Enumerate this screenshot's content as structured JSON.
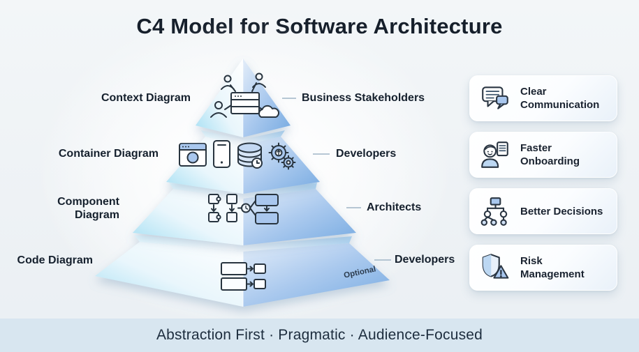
{
  "title": "C4 Model for Software Architecture",
  "pyramid": {
    "levels": [
      {
        "label": "Context Diagram",
        "audience": "Business Stakeholders",
        "icon": "people-system-cloud-icon"
      },
      {
        "label": "Container Diagram",
        "audience": "Developers",
        "icon": "apps-database-services-icon"
      },
      {
        "label": "Component Diagram",
        "audience": "Architects",
        "icon": "components-flow-icon"
      },
      {
        "label": "Code Diagram",
        "audience": "Developers",
        "icon": "code-blocks-icon",
        "note": "Optional"
      }
    ]
  },
  "benefits": [
    {
      "title": "Clear Communication",
      "icon": "chat-bubbles-icon"
    },
    {
      "title": "Faster Onboarding",
      "icon": "person-document-icon"
    },
    {
      "title": "Better Decisions",
      "icon": "hierarchy-icon"
    },
    {
      "title": "Risk Management",
      "icon": "shield-warning-icon"
    }
  ],
  "footer": {
    "text": "Abstraction First · Pragmatic · Audience-Focused"
  },
  "colors": {
    "background": "#eef1f5",
    "footer_bar": "#d8e6f0",
    "title_text": "#161f2b",
    "accent_fill_blue": "#a9c7ee",
    "pyramid_left_face": "#cfeaf8",
    "pyramid_right_face": "#86b5e7",
    "card_background": "#fbfdff",
    "connector_line": "#9fb5c6",
    "icon_stroke": "#28343f"
  }
}
